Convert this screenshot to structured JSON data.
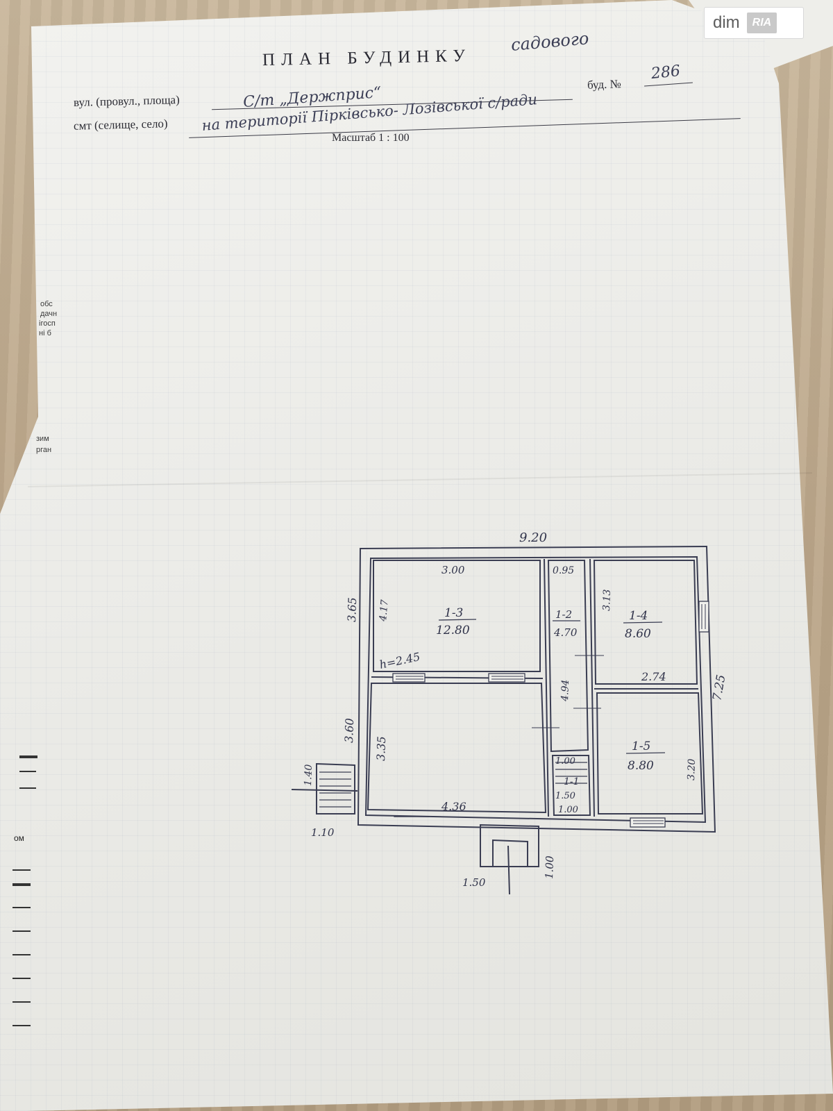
{
  "watermark": {
    "brand": "dim",
    "badge": "RIA"
  },
  "header": {
    "title": "ПЛАН  БУДИНКУ",
    "title_handwritten": "садового",
    "street_label": "вул. (провул., площа)",
    "street_value": "С/т „Держприс“",
    "building_label": "буд. №",
    "building_value": "286",
    "settlement_label": "смт (селище, село)",
    "settlement_value": "на території  Пірківсько- Лозівської  с/ради",
    "scale": "Масштаб 1 : 100"
  },
  "margin_fragments": [
    "обс",
    "дачн",
    "ігосп",
    "ні б",
    "зим",
    "рган"
  ],
  "margin_stamp": "ом",
  "plan": {
    "overall_width": "9.20",
    "overall_depth": "7.25",
    "rooms": [
      {
        "id": "1-3",
        "area": "12.80",
        "width": "3.00",
        "depth": "4.17"
      },
      {
        "id": "1-2",
        "area": "4.70",
        "width": "0.95",
        "depth": "4.94"
      },
      {
        "id": "1-4",
        "area": "8.60",
        "width": "2.74",
        "depth": "3.13"
      },
      {
        "id": "1-5",
        "area": "8.80",
        "depth": "3.20"
      },
      {
        "id": "1-1",
        "width": "1.00"
      }
    ],
    "dims": {
      "left_upper": "3.65",
      "left_lower": "3.60",
      "inner_left_lower": "3.35",
      "bottom_main": "4.36",
      "stoop_width": "1.10",
      "stoop_height": "1.40",
      "porch_width": "1.50",
      "porch_depth": "1.00",
      "small_1": "1.00",
      "small_2": "1.50",
      "small_3": "1.00",
      "height_note": "h=2.45"
    }
  }
}
